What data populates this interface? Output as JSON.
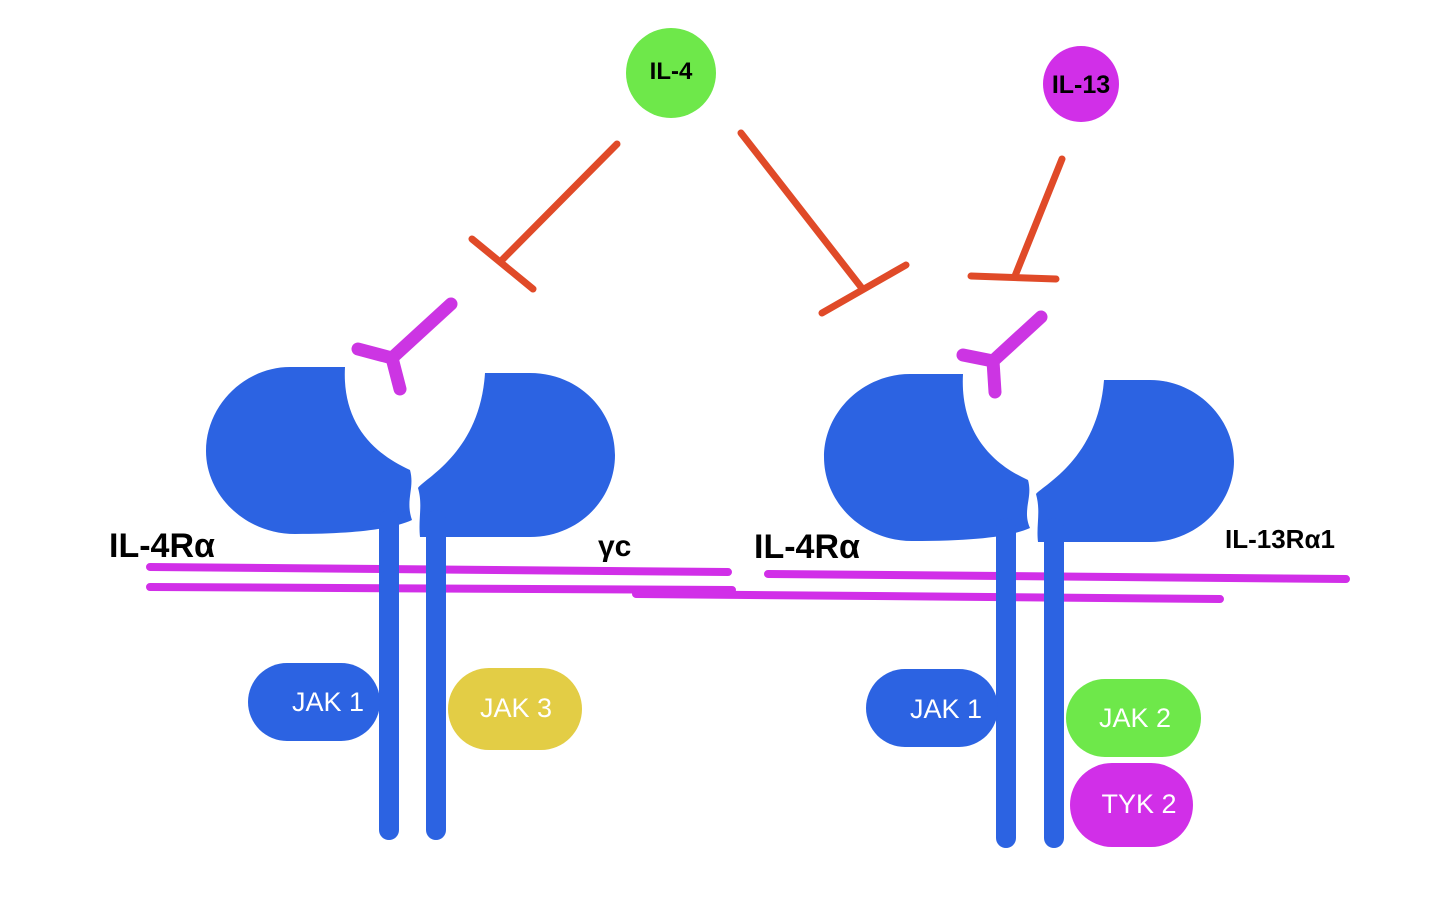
{
  "ligands": {
    "il4": {
      "label": "IL-4",
      "color": "#6ee84a"
    },
    "il13": {
      "label": "IL-13",
      "color": "#d12fe8"
    }
  },
  "complex_left": {
    "receptor_a_label": "IL-4Rα",
    "receptor_b_label": "γc",
    "kinase_1": {
      "label": "JAK 1",
      "color": "#2c63e2"
    },
    "kinase_2": {
      "label": "JAK 3",
      "color": "#e3cd45"
    }
  },
  "complex_right": {
    "receptor_a_label": "IL-4Rα",
    "receptor_b_label": "IL-13Rα1",
    "kinase_1": {
      "label": "JAK 1",
      "color": "#2c63e2"
    },
    "kinase_2": {
      "label": "JAK 2",
      "color": "#6ee84a"
    },
    "kinase_3": {
      "label": "TYK 2",
      "color": "#d12fe8"
    }
  },
  "colors": {
    "receptor": "#2c63e2",
    "membrane": "#d12fe8",
    "inhibition": "#e04a28",
    "antibody": "#cc35e3"
  },
  "connectors": [
    "inhibits",
    "inhibits",
    "inhibits"
  ]
}
